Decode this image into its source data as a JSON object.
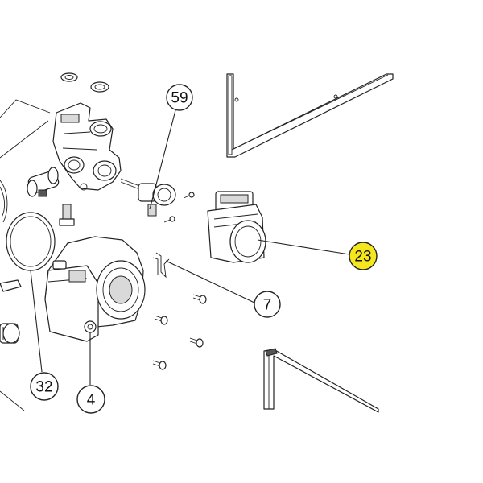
{
  "callouts": [
    {
      "label": "59"
    },
    {
      "label": "23",
      "highlight": "#f5e61e"
    },
    {
      "label": "7"
    },
    {
      "label": "32"
    },
    {
      "label": "4"
    }
  ]
}
